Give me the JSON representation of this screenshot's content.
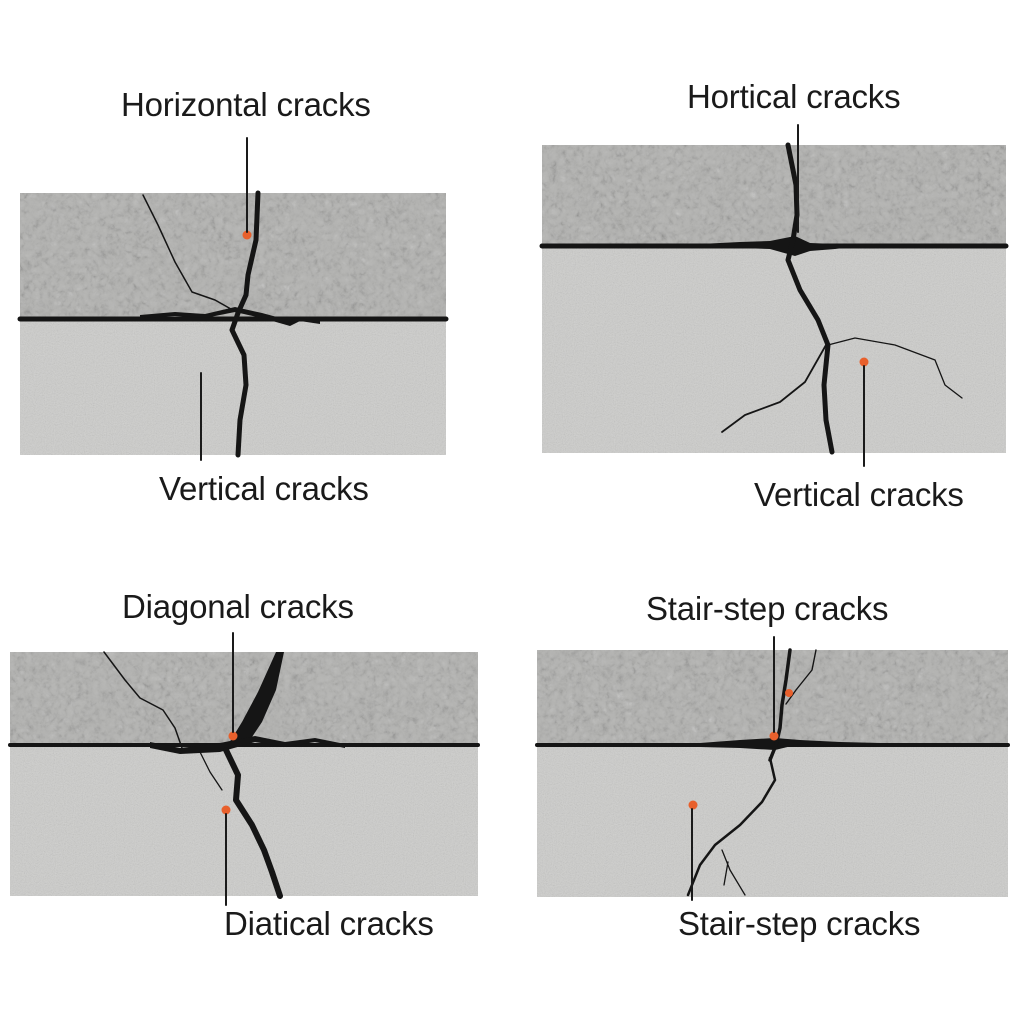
{
  "colors": {
    "slab_top": "#b5b5b3",
    "slab_bottom": "#cdcdcb",
    "crack": "#151515",
    "leader": "#1a1a1a",
    "marker": "#e8602c"
  },
  "panels": [
    {
      "top_label": "Horizontal cracks",
      "bottom_label": "Vertical cracks"
    },
    {
      "top_label": "Hortical cracks",
      "bottom_label": "Vertical cracks"
    },
    {
      "top_label": "Diagonal cracks",
      "bottom_label": "Diatical cracks"
    },
    {
      "top_label": "Stair-step cracks",
      "bottom_label": "Stair-step cracks"
    }
  ]
}
